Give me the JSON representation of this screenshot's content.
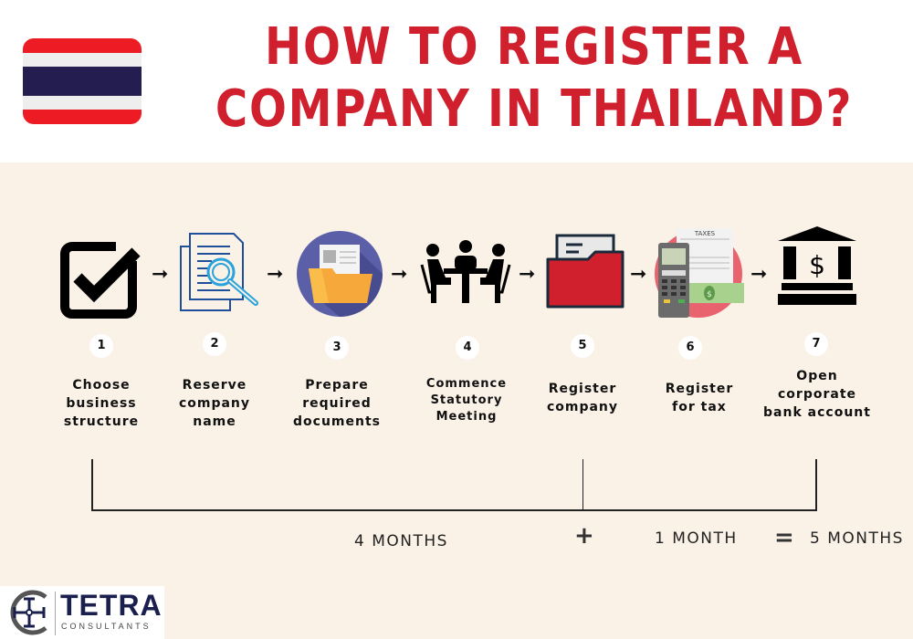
{
  "header": {
    "title_line1": "HOW TO REGISTER A",
    "title_line2": "COMPANY IN THAILAND?",
    "title_color": "#d0202e",
    "flag": {
      "name": "thailand-flag",
      "stripes": [
        "#ed1c24",
        "#eeeeee",
        "#241d4f",
        "#eeeeee",
        "#ed1c24"
      ]
    }
  },
  "steps": [
    {
      "number": "1",
      "label": "Choose\nbusiness\nstructure",
      "icon": "checkbox-icon"
    },
    {
      "number": "2",
      "label": "Reserve\ncompany\nname",
      "icon": "document-search-icon"
    },
    {
      "number": "3",
      "label": "Prepare\nrequired\ndocuments",
      "icon": "folder-documents-icon"
    },
    {
      "number": "4",
      "label": "Commence\nStatutory\nMeeting",
      "icon": "meeting-icon"
    },
    {
      "number": "5",
      "label": "Register\ncompany",
      "icon": "red-folder-icon"
    },
    {
      "number": "6",
      "label": "Register\nfor tax",
      "icon": "taxes-icon",
      "icon_text": "TAXES"
    },
    {
      "number": "7",
      "label": "Open\ncorporate\nbank account",
      "icon": "bank-icon"
    }
  ],
  "timeline": {
    "segment1": "4 MONTHS",
    "plus": "+",
    "segment2": "1 MONTH",
    "equals": "=",
    "total": "5 MONTHS"
  },
  "logo": {
    "name": "TETRA",
    "sub": "CONSULTANTS",
    "color": "#1b1f4d"
  },
  "colors": {
    "background": "#faf1e7",
    "accent_red": "#d0202e",
    "text": "#111111"
  }
}
